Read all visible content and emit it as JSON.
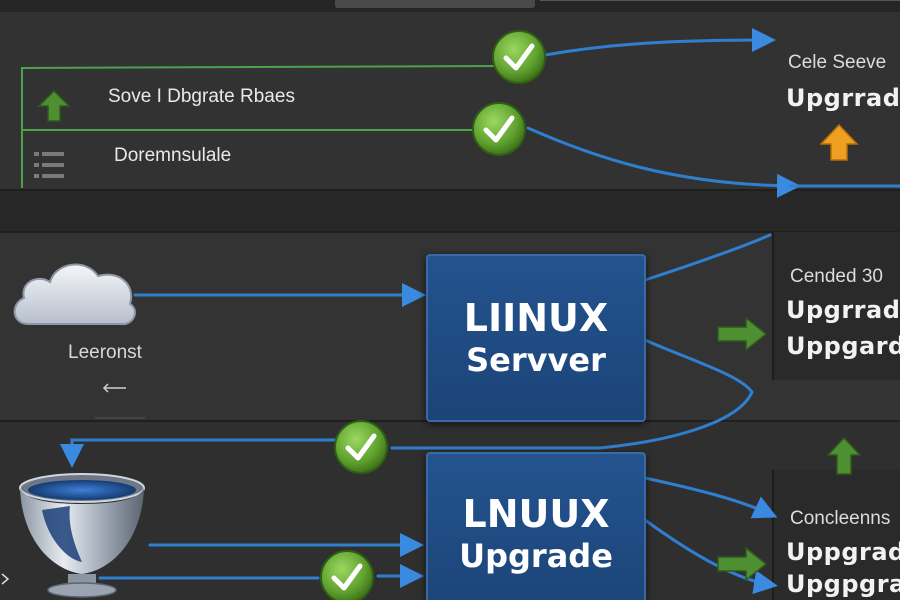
{
  "top": {
    "row1_label": "Sove I Dbgrate Rbaes",
    "row2_label": "Doremnsulale",
    "right_label_small": "Cele Seeve",
    "right_label_large": "Upgrrad"
  },
  "middle": {
    "cloud_label": "Leeronst",
    "server_box": {
      "title": "LIINUX",
      "subtitle": "Servver"
    },
    "right_label_small": "Cended 30",
    "right_label_line1": "Upgrrad",
    "right_label_line2": "Uppgard"
  },
  "bottom": {
    "upgrade_box": {
      "title": "LNUUX",
      "subtitle": "Upgrade"
    },
    "right_label_small": "Concleenns",
    "right_label_line1": "Uppgrad",
    "right_label_line2": "Upgpgrac"
  },
  "colors": {
    "wire": "#2f7fd0",
    "check_green": "#6fb43a",
    "arrow_green": "#4e8f32",
    "arrow_orange": "#f0a020",
    "box_blue": "#21508a"
  },
  "icons": {
    "check": "check-circle-icon",
    "cloud": "cloud-icon",
    "bowl": "storage-bowl-icon",
    "up_arrow": "up-arrow-icon",
    "right_arrow": "right-arrow-icon",
    "list": "list-icon"
  }
}
